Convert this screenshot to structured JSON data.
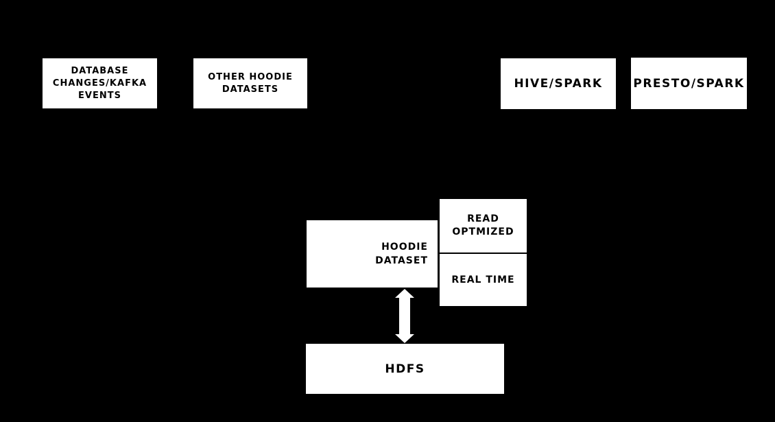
{
  "colors": {
    "background": "#000000",
    "node_background": "#ffffff",
    "node_text": "#000000",
    "arrow": "#ffffff"
  },
  "diagram": {
    "nodes": {
      "database_changes_kafka_events": {
        "label": "DATABASE\nCHANGES/KAFKA\nEVENTS"
      },
      "other_hoodie_datasets": {
        "label": "OTHER HOODIE\nDATASETS"
      },
      "hive_spark": {
        "label": "HIVE/SPARK"
      },
      "presto_spark": {
        "label": "PRESTO/SPARK"
      },
      "hoodie_dataset": {
        "label": "HOODIE\nDATASET"
      },
      "read_optimized": {
        "label": "READ\nOPTMIZED"
      },
      "real_time": {
        "label": "REAL TIME"
      },
      "hdfs": {
        "label": "HDFS"
      }
    },
    "connectors": {
      "hoodie_hdfs_arrow": {
        "type": "bidirectional-vertical",
        "from": "HOODIE DATASET",
        "to": "HDFS",
        "color": "#ffffff"
      }
    }
  }
}
